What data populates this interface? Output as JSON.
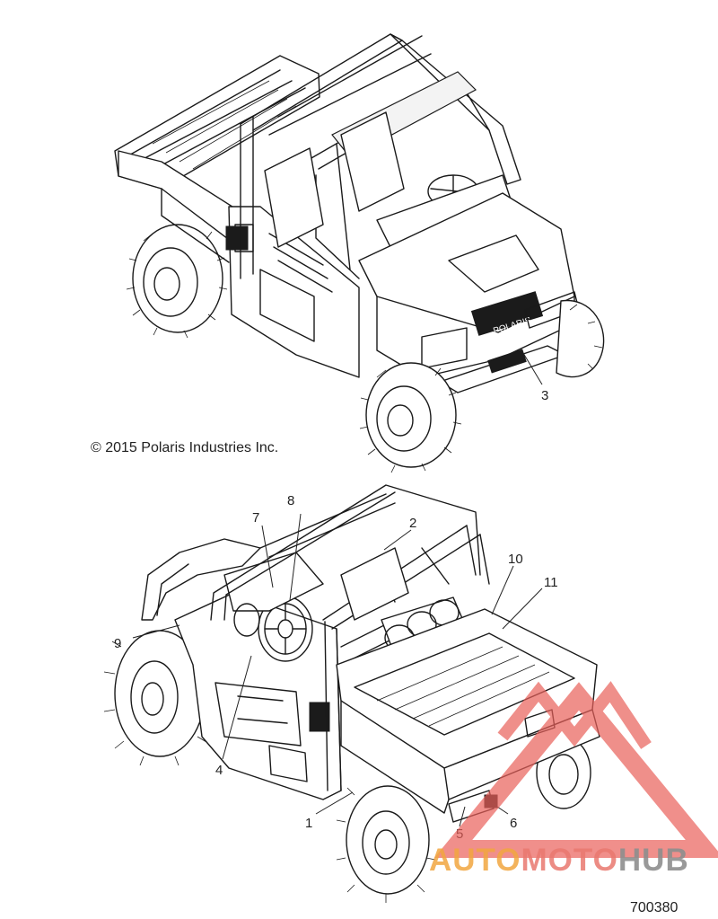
{
  "copyright": "© 2015 Polaris Industries Inc.",
  "reference_number": "700380",
  "callouts": [
    "1",
    "2",
    "3",
    "4",
    "5",
    "6",
    "7",
    "8",
    "9",
    "10",
    "11"
  ],
  "grille_lettering": "POLARIS",
  "watermark": {
    "part1": "AUTO",
    "part2": "MOTO",
    "part3": "HUB",
    "colors": {
      "auto": "#f2a640",
      "moto": "#e9786f",
      "hub": "#8e8e8e",
      "triangle": "#e9605a"
    }
  },
  "views": [
    {
      "name": "front-three-quarter-view",
      "callouts": [
        "3"
      ]
    },
    {
      "name": "rear-three-quarter-view",
      "callouts": [
        "1",
        "2",
        "4",
        "5",
        "6",
        "7",
        "8",
        "9",
        "10",
        "11"
      ]
    }
  ]
}
